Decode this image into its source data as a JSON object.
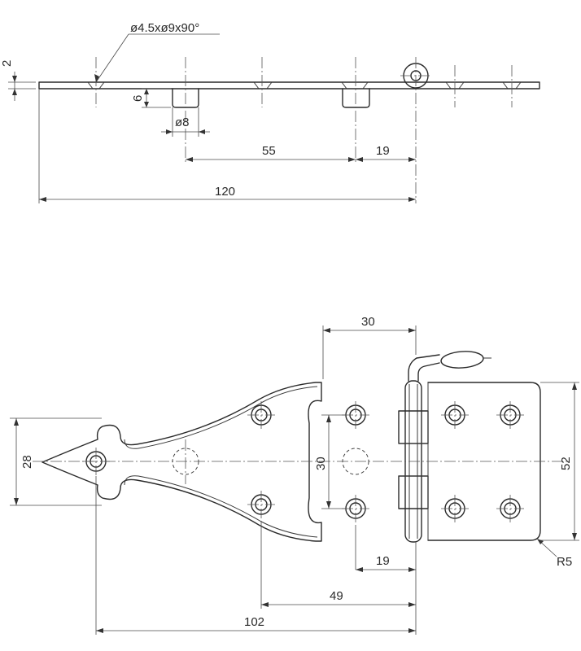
{
  "side_view": {
    "countersink_note": "ø4.5xø9x90°",
    "thickness": "2",
    "stud_height": "6",
    "stud_diameter": "ø8",
    "hole_spacing": "55",
    "pin_offset": "19",
    "overall_length": "120"
  },
  "plan_view": {
    "leaf_width": "30",
    "tip_width": "28",
    "hole_spacing_vertical": "30",
    "plate_height": "52",
    "corner_radius": "R5",
    "stud_offset": "19",
    "hole_offset": "49",
    "overall_length": "102"
  }
}
